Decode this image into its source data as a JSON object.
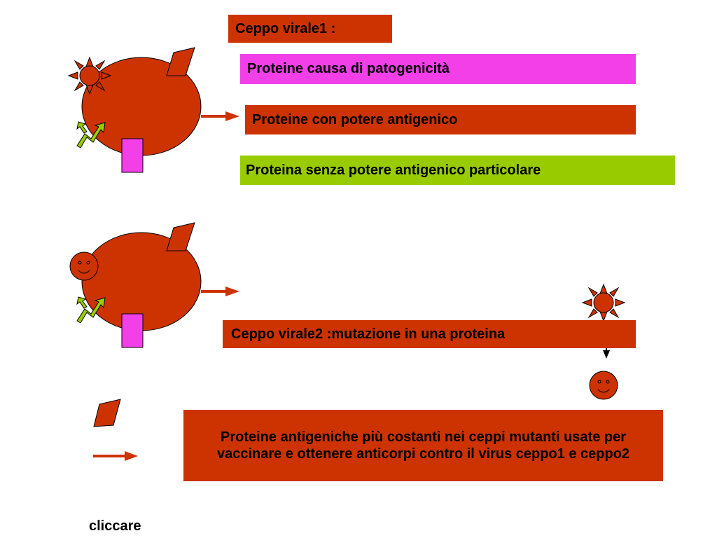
{
  "colors": {
    "virus_body": "#CC3300",
    "pathogenic_protein": "#F23FE8",
    "neutral_protein": "#99CC00",
    "antigenic_protein": "#CC3300",
    "text": "#000000"
  },
  "labels": {
    "ceppo1": "Ceppo virale1 :",
    "patogenicita": "Proteine causa di patogenicità",
    "antigenico": "Proteine con potere antigenico",
    "senza_potere": "Proteina senza potere antigenico particolare",
    "ceppo2": "Ceppo virale2 :mutazione in una proteina",
    "costanti": "Proteine antigeniche più costanti nei ceppi mutanti usate per vaccinare e ottenere anticorpi contro il virus ceppo1 e ceppo2",
    "cliccare": "cliccare"
  },
  "icons": {
    "strain1_surface": [
      "sun-icon",
      "rhombus-icon",
      "rectangle-icon",
      "cross-arrow-icon"
    ],
    "strain2_surface": [
      "smiley-icon",
      "rhombus-icon",
      "rectangle-icon",
      "cross-arrow-icon"
    ],
    "mutation": [
      "sun-icon",
      "down-arrow-icon",
      "smiley-icon"
    ]
  }
}
